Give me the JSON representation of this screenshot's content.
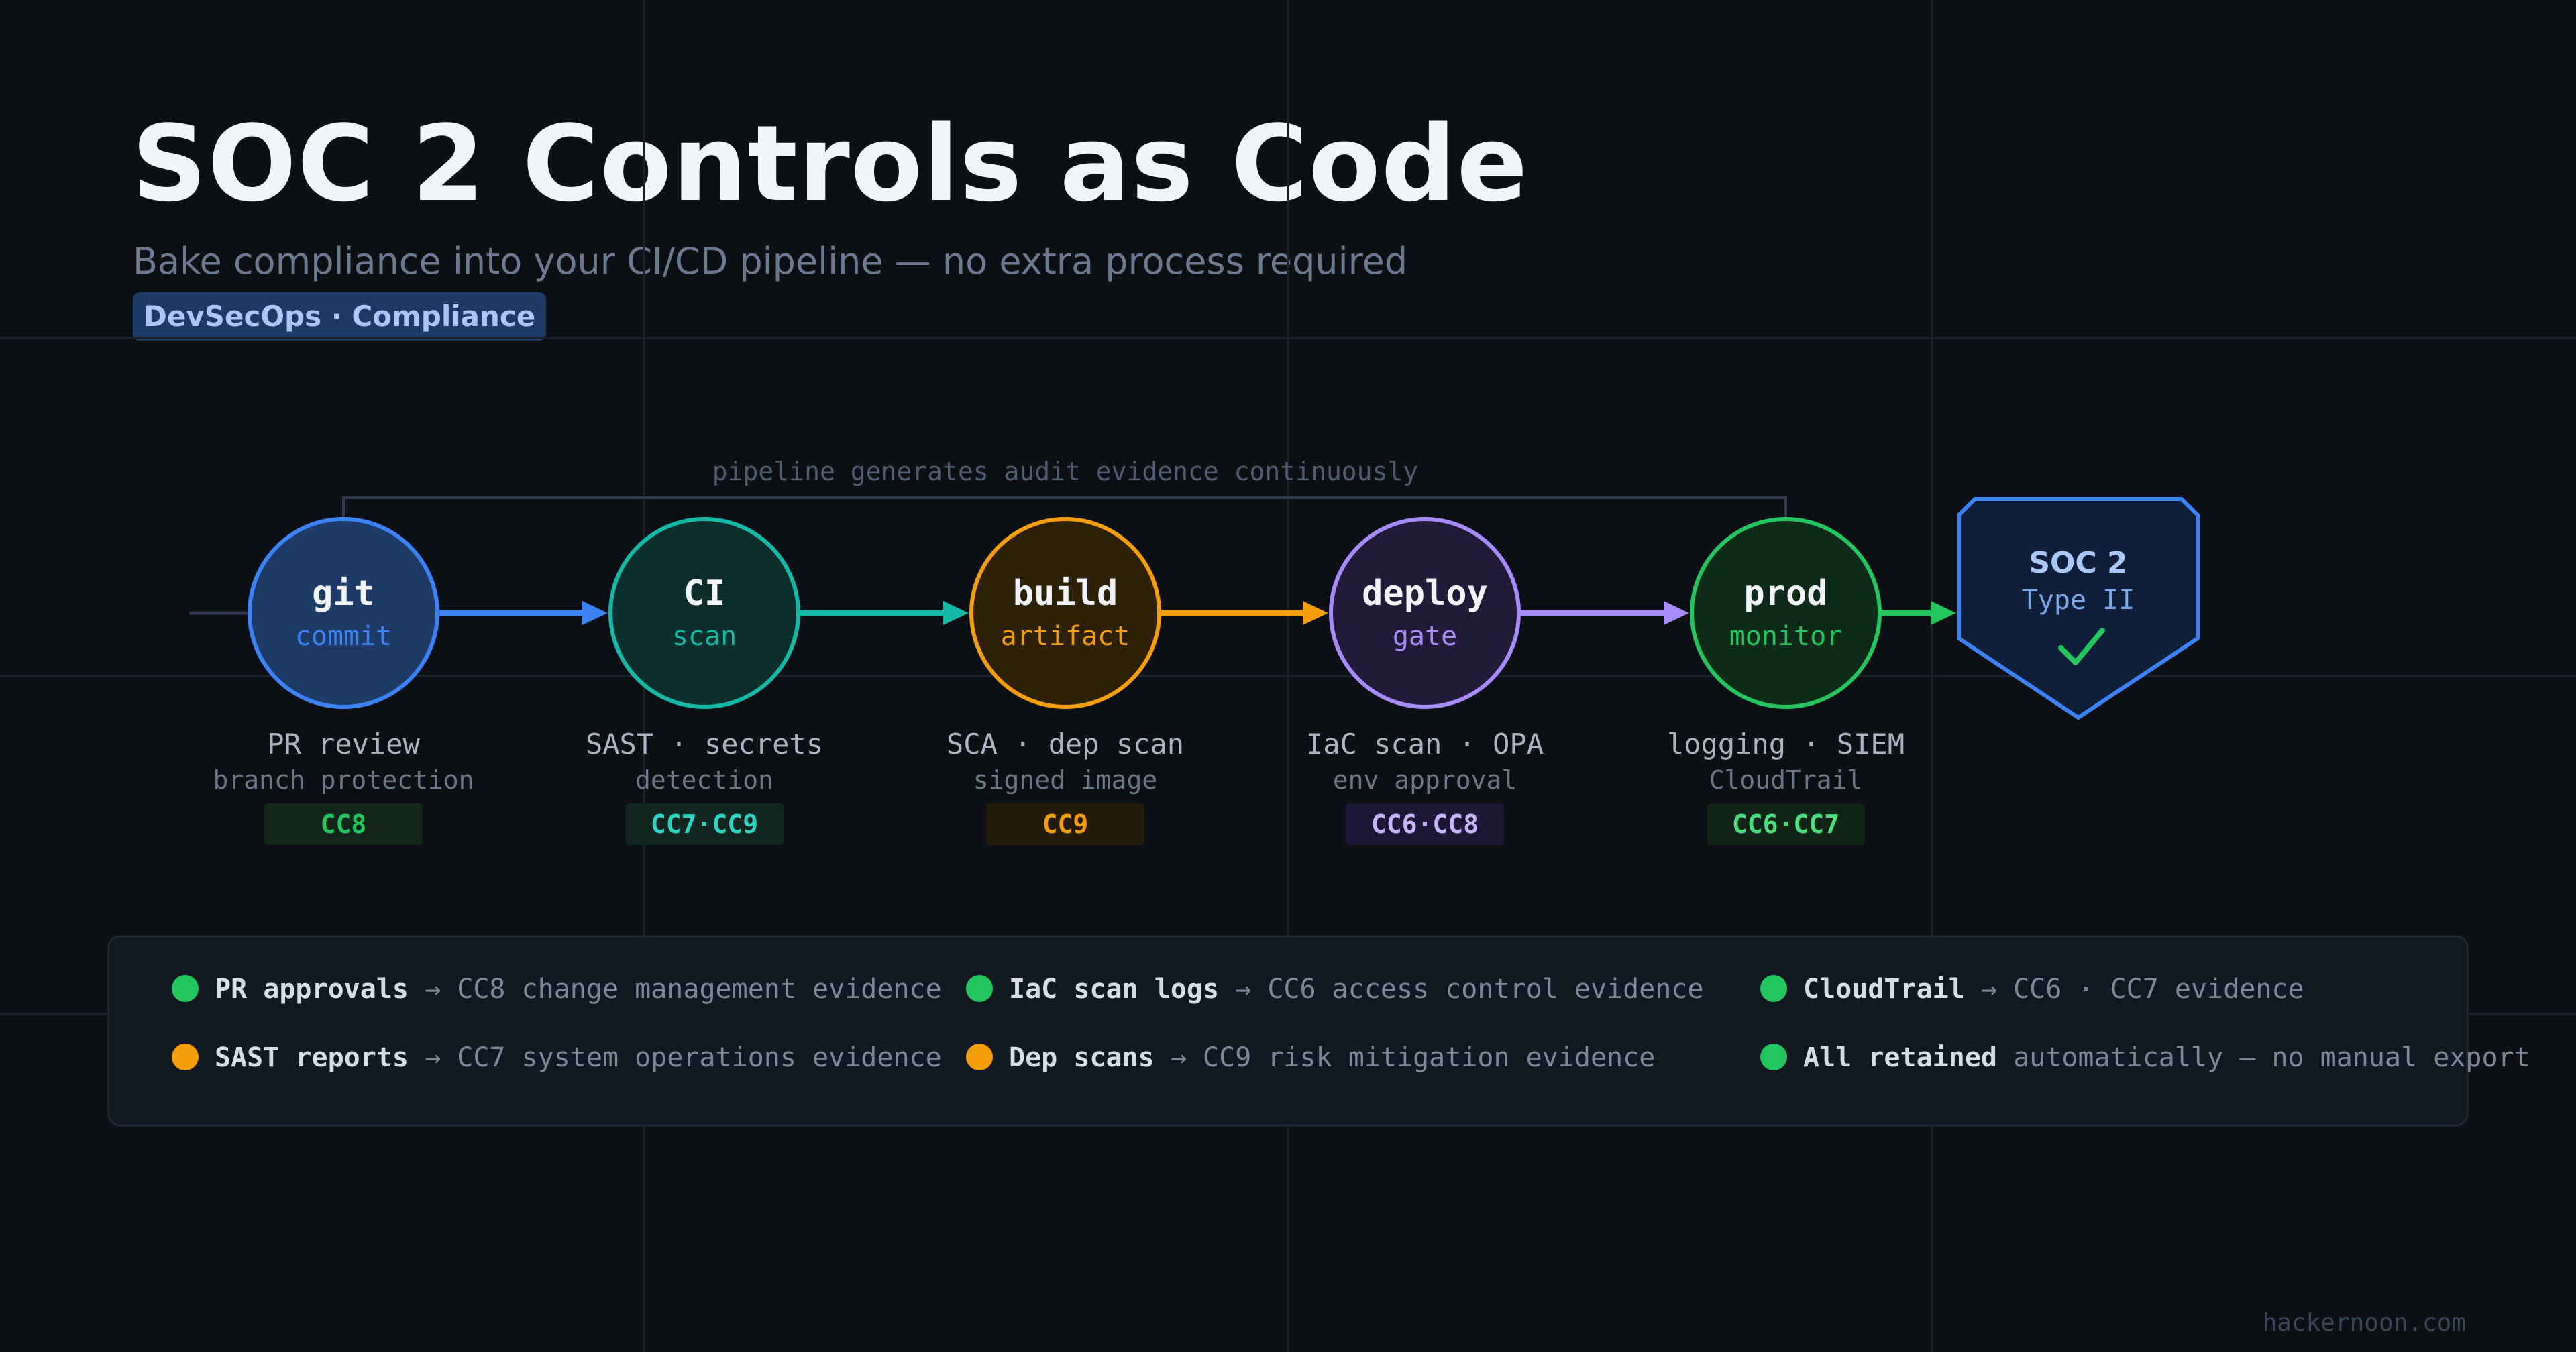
{
  "title": "SOC 2 Controls as Code",
  "subtitle": "Bake compliance into your CI/CD pipeline — no extra process required",
  "tag": "DevSecOps · Compliance",
  "loop_label": "pipeline generates audit evidence continuously",
  "stages": [
    {
      "name": "git",
      "sub": "commit",
      "desc1": "PR review",
      "desc2": "branch protection",
      "badge": "CC8",
      "color": "#3b82f6",
      "fill": "#1e3a66",
      "badge_bg": "#12251a",
      "badge_fg": "#22c55e"
    },
    {
      "name": "CI",
      "sub": "scan",
      "desc1": "SAST · secrets",
      "desc2": "detection",
      "badge": "CC7·CC9",
      "color": "#14b8a6",
      "fill": "#0c2e2c",
      "badge_bg": "#0f2620",
      "badge_fg": "#2dd4bf"
    },
    {
      "name": "build",
      "sub": "artifact",
      "desc1": "SCA · dep scan",
      "desc2": "signed image",
      "badge": "CC9",
      "color": "#f59e0b",
      "fill": "#2e2108",
      "badge_bg": "#231a0a",
      "badge_fg": "#f59e0b"
    },
    {
      "name": "deploy",
      "sub": "gate",
      "desc1": "IaC scan · OPA",
      "desc2": "env approval",
      "badge": "CC6·CC8",
      "color": "#a78bfa",
      "fill": "#211a38",
      "badge_bg": "#1d1735",
      "badge_fg": "#c4b5fd"
    },
    {
      "name": "prod",
      "sub": "monitor",
      "desc1": "logging · SIEM",
      "desc2": "CloudTrail",
      "badge": "CC6·CC7",
      "color": "#22c55e",
      "fill": "#0e2a18",
      "badge_bg": "#0f2417",
      "badge_fg": "#4ade80"
    }
  ],
  "shield": {
    "title": "SOC 2",
    "subtitle": "Type II",
    "color": "#3b82f6",
    "check_color": "#22c55e"
  },
  "evidence": [
    {
      "bold": "PR approvals",
      "rest": "→ CC8 change management evidence",
      "dot": "#22c55e"
    },
    {
      "bold": "IaC scan logs",
      "rest": "→ CC6 access control evidence",
      "dot": "#22c55e"
    },
    {
      "bold": "CloudTrail",
      "rest": "→ CC6 · CC7 evidence",
      "dot": "#22c55e"
    },
    {
      "bold": "SAST reports",
      "rest": "→ CC7 system operations evidence",
      "dot": "#f59e0b"
    },
    {
      "bold": "Dep scans",
      "rest": "→ CC9 risk mitigation evidence",
      "dot": "#f59e0b"
    },
    {
      "bold": "All retained",
      "rest": "automatically — no manual export",
      "dot": "#22c55e"
    }
  ],
  "footer": "hackernoon.com"
}
